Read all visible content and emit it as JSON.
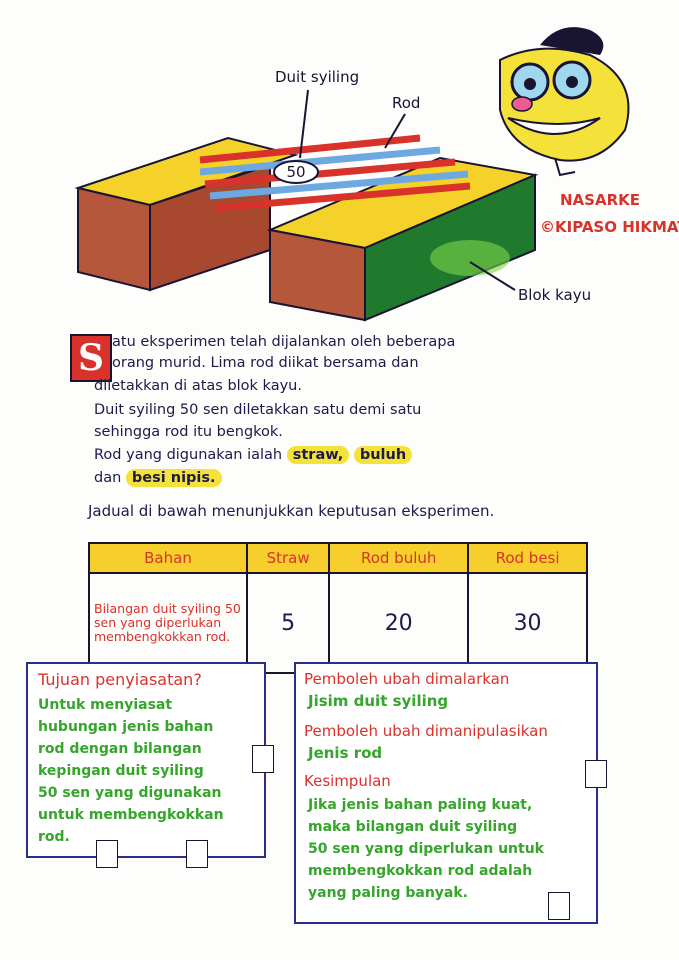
{
  "diagram": {
    "label_coin": "Duit syiling",
    "label_rod": "Rod",
    "label_block": "Blok kayu",
    "coin_text": "50",
    "signature": "NASARKE",
    "brand": "©KIPASO HIKMAT"
  },
  "intro": {
    "dropcap": "S",
    "line1": "atu eksperimen telah dijalankan oleh beberapa",
    "line2": "orang murid. Lima rod diikat bersama dan",
    "line3": "diletakkan di atas blok kayu.",
    "line4": "Duit syiling 50 sen diletakkan satu demi satu",
    "line5": "sehingga rod itu bengkok.",
    "line6_pre": "Rod yang digunakan ialah",
    "hl_straw": "straw,",
    "hl_buluh": "buluh",
    "line7_pre": "dan",
    "hl_besi": "besi nipis."
  },
  "table_caption": "Jadual di bawah menunjukkan keputusan eksperimen.",
  "table": {
    "headers": [
      "Bahan",
      "Straw",
      "Rod buluh",
      "Rod besi"
    ],
    "row_label": "Bilangan duit syiling 50 sen yang diperlukan membengkokkan rod.",
    "values": [
      "5",
      "20",
      "30"
    ]
  },
  "left_box": {
    "title": "Tujuan penyiasatan?",
    "lines": [
      "Untuk menyiasat",
      "hubungan jenis bahan",
      "rod dengan bilangan",
      "kepingan duit syiling",
      "50 sen yang digunakan",
      "untuk membengkokkan",
      "rod."
    ]
  },
  "right_box": {
    "h1": "Pemboleh ubah dimalarkan",
    "v1": "Jisim duit syiling",
    "h2": "Pemboleh ubah dimanipulasikan",
    "v2": "Jenis rod",
    "h3": "Kesimpulan",
    "lines": [
      "Jika jenis bahan paling kuat,",
      "maka bilangan duit syiling",
      "50 sen yang diperlukan untuk",
      "membengkokkan rod adalah",
      "yang paling banyak."
    ]
  },
  "colors": {
    "red": "#d9322b",
    "green": "#35a52b",
    "yellow": "#f3e23a",
    "blue": "#2a2f8f"
  }
}
